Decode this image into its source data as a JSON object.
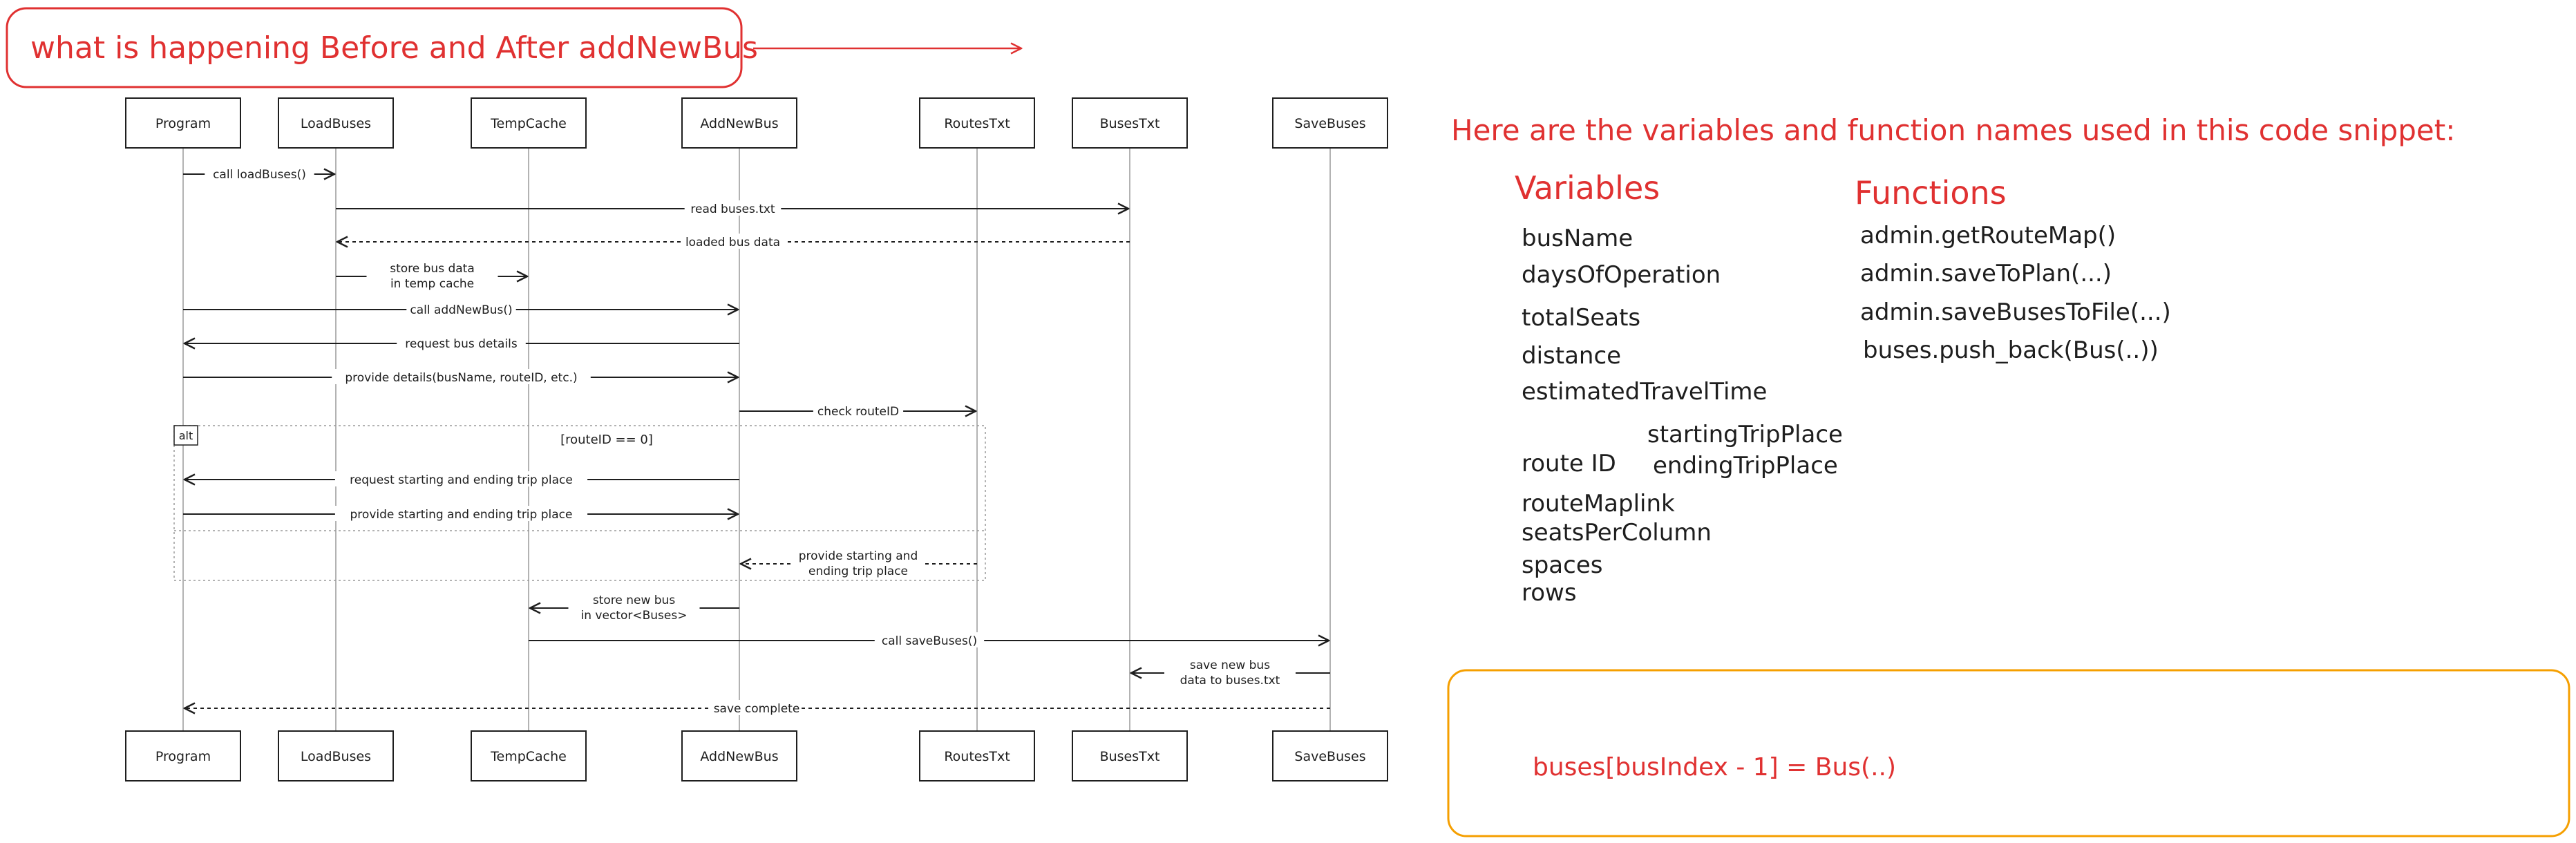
{
  "colors": {
    "red": "#e03131",
    "orange": "#f59f00",
    "ink": "#1e1e1e"
  },
  "title": "what is happening Before and After addNewBus",
  "diagram": {
    "participants": [
      "Program",
      "LoadBuses",
      "TempCache",
      "AddNewBus",
      "RoutesTxt",
      "BusesTxt",
      "SaveBuses"
    ],
    "messages": [
      {
        "from": 0,
        "to": 1,
        "label": "call loadBuses()",
        "dashed": false
      },
      {
        "from": 1,
        "to": 5,
        "label": "read buses.txt",
        "dashed": false
      },
      {
        "from": 5,
        "to": 1,
        "label": "loaded bus data",
        "dashed": true
      },
      {
        "from": 1,
        "to": 2,
        "label": "store bus data in temp cache",
        "dashed": false
      },
      {
        "from": 0,
        "to": 3,
        "label": "call addNewBus()",
        "dashed": false
      },
      {
        "from": 3,
        "to": 0,
        "label": "request bus details",
        "dashed": false
      },
      {
        "from": 0,
        "to": 3,
        "label": "provide details(busName, routeID, etc.)",
        "dashed": false
      },
      {
        "from": 3,
        "to": 4,
        "label": "check routeID",
        "dashed": false
      },
      {
        "from": 3,
        "to": 0,
        "label": "request starting and ending trip place",
        "dashed": false
      },
      {
        "from": 0,
        "to": 3,
        "label": "provide starting and ending trip place",
        "dashed": false
      },
      {
        "from": 4,
        "to": 3,
        "label": "provide starting and ending trip place",
        "dashed": true
      },
      {
        "from": 3,
        "to": 2,
        "label": "store new bus in vector<Buses>",
        "dashed": false
      },
      {
        "from": 2,
        "to": 6,
        "label": "call saveBuses()",
        "dashed": false
      },
      {
        "from": 6,
        "to": 5,
        "label": "save new bus data to buses.txt",
        "dashed": false
      },
      {
        "from": 6,
        "to": 0,
        "label": "save complete",
        "dashed": true
      }
    ],
    "alt_label": "alt",
    "alt_condition": "[routeID == 0]"
  },
  "notes": {
    "heading": "Here are the variables and function names used in this code snippet:",
    "variables_title": "Variables",
    "functions_title": "Functions",
    "variables": {
      "busName": "busName",
      "daysOfOperation": "daysOfOperation",
      "totalSeats": "totalSeats",
      "distance": "distance",
      "estimatedTravelTime": "estimatedTravelTime",
      "routeId": "route ID",
      "startingTripPlace": "startingTripPlace",
      "endingTripPlace": "endingTripPlace",
      "routeMaplink": "routeMaplink",
      "seatsPerColumn": "seatsPerColumn",
      "spaces": "spaces",
      "rows": "rows"
    },
    "functions": [
      "admin.getRouteMap()",
      "admin.saveToPlan(...)",
      "admin.saveBusesToFile(...)",
      "buses.push_back(Bus(..))"
    ]
  },
  "code_box": {
    "line": "buses[busIndex - 1] = Bus(..)"
  }
}
